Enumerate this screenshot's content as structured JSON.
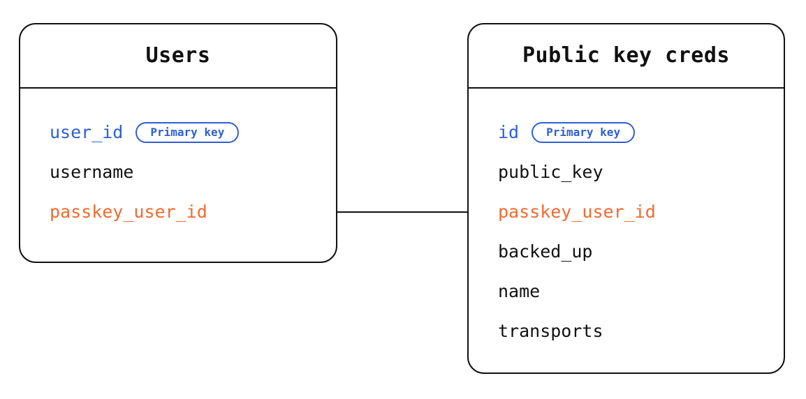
{
  "diagram": {
    "type": "entity-relationship-diagram",
    "background_color": "#ffffff",
    "colors": {
      "border": "#111111",
      "text": "#111111",
      "primary_key": "#2f5fd0",
      "foreign_key": "#f06a32",
      "badge_border": "#2f5fd0",
      "badge_text": "#2f5fd0"
    },
    "entities": [
      {
        "id": "users",
        "title": "Users",
        "fields": [
          {
            "name": "user_id",
            "style": "key",
            "badge": "Primary key"
          },
          {
            "name": "username",
            "style": "plain",
            "badge": null
          },
          {
            "name": "passkey_user_id",
            "style": "fk",
            "badge": null
          }
        ]
      },
      {
        "id": "public_key_creds",
        "title": "Public key creds",
        "fields": [
          {
            "name": "id",
            "style": "key",
            "badge": "Primary key"
          },
          {
            "name": "public_key",
            "style": "plain",
            "badge": null
          },
          {
            "name": "passkey_user_id",
            "style": "fk",
            "badge": null
          },
          {
            "name": "backed_up",
            "style": "plain",
            "badge": null
          },
          {
            "name": "name",
            "style": "plain",
            "badge": null
          },
          {
            "name": "transports",
            "style": "plain",
            "badge": null
          }
        ]
      }
    ],
    "relationships": [
      {
        "from": "users.passkey_user_id",
        "to": "public_key_creds.passkey_user_id",
        "style": "solid-line"
      }
    ]
  }
}
